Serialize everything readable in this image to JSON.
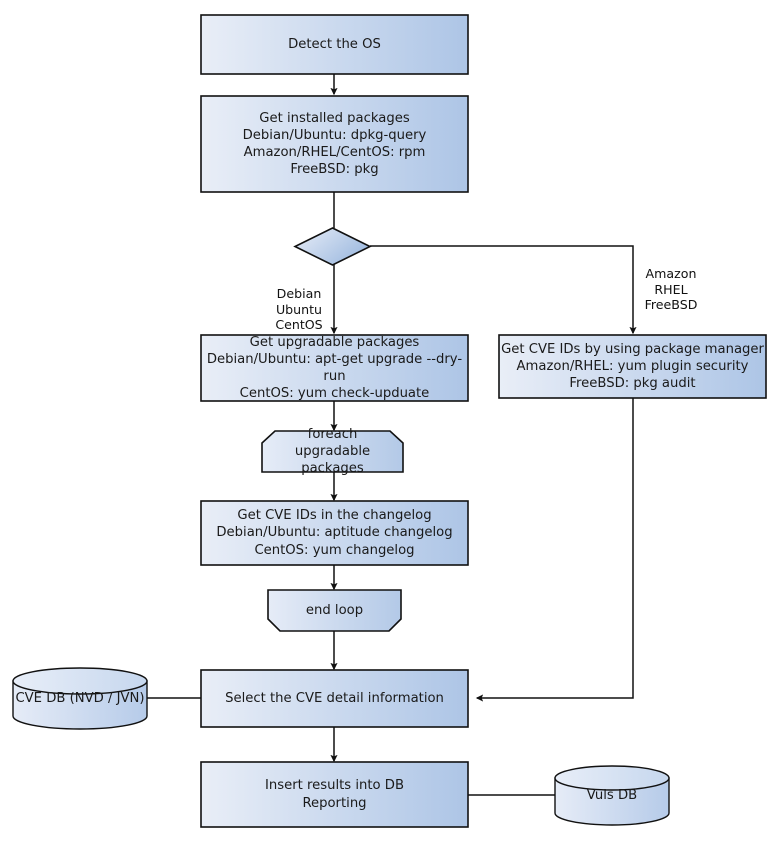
{
  "diagram": {
    "title": "Vuls scan flow",
    "type": "flowchart",
    "background": "#ffffff",
    "palette": {
      "fill_light": "#e8edf7",
      "fill_dark": "#aec6e6",
      "stroke": "#1a1a1a",
      "text": "#1a1a1a",
      "cylinder_top": "#dbe5f4"
    },
    "nodes": [
      {
        "id": "detect-os",
        "shape": "process",
        "label": "Detect the OS"
      },
      {
        "id": "get-installed-packages",
        "shape": "process",
        "label": "Get installed packages\nDebian/Ubuntu: dpkg-query\nAmazon/RHEL/CentOS: rpm\nFreeBSD: pkg"
      },
      {
        "id": "os-decision",
        "shape": "decision",
        "label": ""
      },
      {
        "id": "get-upgradable-packages",
        "shape": "process",
        "label": "Get upgradable packages\nDebian/Ubuntu: apt-get upgrade --dry-run\nCentOS: yum check-upduate"
      },
      {
        "id": "get-cve-ids-pkg-manager",
        "shape": "process",
        "label": "Get CVE IDs by using package manager\nAmazon/RHEL: yum plugin security\nFreeBSD: pkg audit"
      },
      {
        "id": "foreach-loop-start",
        "shape": "loop-start",
        "label": "foreach\nupgradable  packages"
      },
      {
        "id": "get-cve-ids-changelog",
        "shape": "process",
        "label": "Get CVE IDs in the changelog\nDebian/Ubuntu: aptitude changelog\nCentOS: yum changelog"
      },
      {
        "id": "end-loop",
        "shape": "loop-end",
        "label": "end loop"
      },
      {
        "id": "cve-db",
        "shape": "database",
        "label": "CVE DB (NVD / JVN)"
      },
      {
        "id": "select-cve-detail",
        "shape": "process",
        "label": "Select the CVE detail information"
      },
      {
        "id": "insert-results",
        "shape": "process",
        "label": "Insert results into DB\nReporting"
      },
      {
        "id": "vuls-db",
        "shape": "database",
        "label": "Vuls DB"
      }
    ],
    "edge_labels": [
      {
        "id": "branch-left",
        "label": "Debian\nUbuntu\nCentOS"
      },
      {
        "id": "branch-right",
        "label": "Amazon\nRHEL\nFreeBSD"
      }
    ]
  }
}
